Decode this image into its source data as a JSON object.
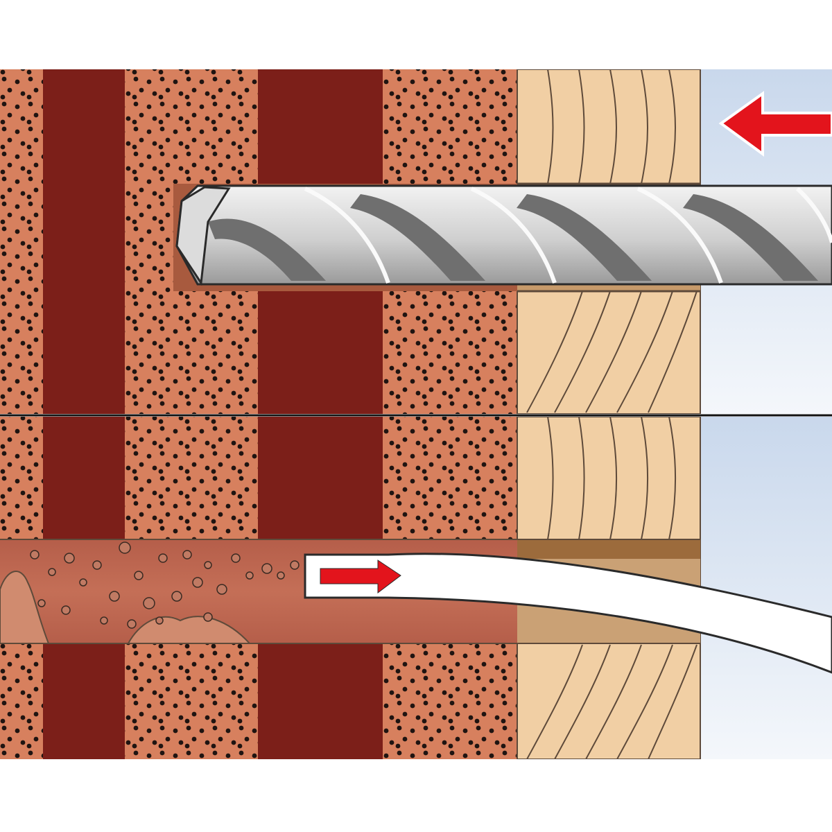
{
  "diagram": {
    "title": "",
    "steps": [
      {
        "id": "drill",
        "action": "drilling",
        "direction": "left",
        "tool": "drill-bit"
      },
      {
        "id": "clean",
        "action": "cleaning",
        "direction": "right",
        "tool": "cleaning-tube"
      }
    ]
  },
  "colors": {
    "background": "#ffffff",
    "brick": "#d7805e",
    "brick_dots": "#1f1411",
    "mortar": "#7c1f19",
    "wood": "#f1cfa4",
    "wood_grain": "#5e4a3a",
    "wood_hole_bottom": "#9c6b3c",
    "air_gradient_top": "#c9d8ec",
    "air_gradient_bottom": "#f4f7fb",
    "arrow": "#e3141c",
    "drill_light": "#eeeeee",
    "drill_mid": "#b7b7b7",
    "drill_dark": "#6f6f6f",
    "tube": "#ffffff",
    "outline": "#2a2a2a",
    "particles": "#c07a63"
  },
  "icons": {
    "push_arrow": "left-arrow-icon",
    "pull_arrow": "right-arrow-icon"
  }
}
